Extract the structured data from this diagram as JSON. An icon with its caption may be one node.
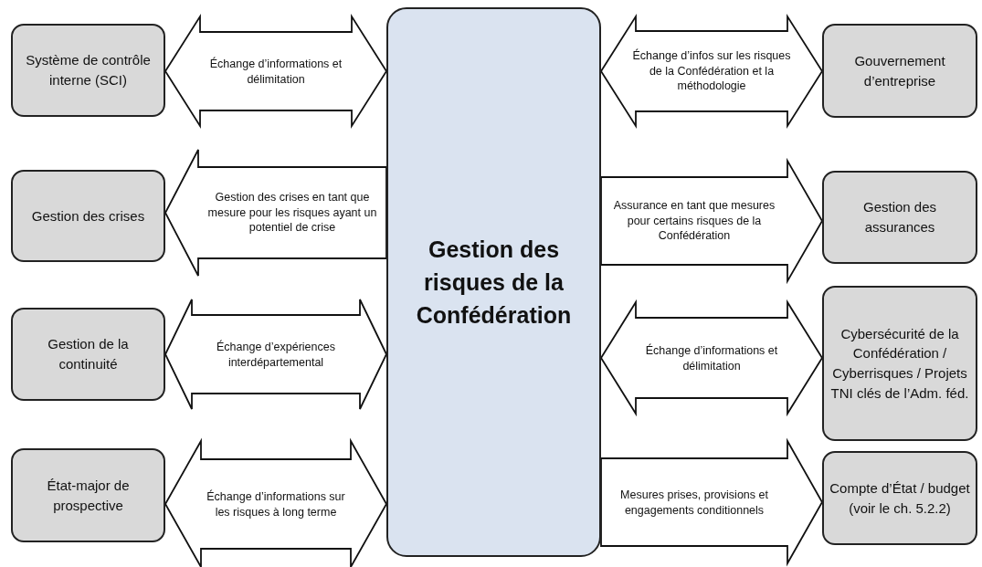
{
  "diagram": {
    "nodes": [
      {
        "text": [
          "Gestion des risques de la Confédération"
        ]
      },
      {
        "text": [
          "Système de contrôle interne (SCI)"
        ]
      },
      {
        "text": [
          "Gestion des crises"
        ]
      },
      {
        "text": [
          "Gestion de la continuité"
        ]
      },
      {
        "text": [
          "État-major de prospective"
        ]
      },
      {
        "text": [
          "Gouvernement d’entreprise"
        ]
      },
      {
        "text": [
          "Gestion des assurances"
        ]
      },
      {
        "text": [
          "Cybersécurité de la Confédération / Cyberrisques / Projets TNI clés de l’Adm. féd."
        ]
      },
      {
        "text": [
          "Compte d’État / budget (voir le ch. 5.2.2)"
        ]
      }
    ],
    "edges": [
      {
        "from": 0,
        "to": 1,
        "arrow": "both",
        "label": "Échange d’informations et délimitation"
      },
      {
        "from": 0,
        "to": 2,
        "arrow": "to",
        "label": "Gestion des crises en tant que mesure pour les risques ayant un potentiel de crise"
      },
      {
        "from": 0,
        "to": 3,
        "arrow": "both",
        "label": "Échange d’expériences interdépartemental"
      },
      {
        "from": 0,
        "to": 4,
        "arrow": "both",
        "label": "Échange d’informations sur les risques à long terme"
      },
      {
        "from": 0,
        "to": 5,
        "arrow": "both",
        "label": "Échange d’infos sur les risques de la Confédération et la méthodologie"
      },
      {
        "from": 0,
        "to": 6,
        "arrow": "to",
        "label": "Assurance en tant que mesures pour certains risques de la Confédération"
      },
      {
        "from": 0,
        "to": 7,
        "arrow": "both",
        "label": "Échange d’informations et délimitation"
      },
      {
        "from": 0,
        "to": 8,
        "arrow": "to",
        "label": "Mesures prises, provisions et engagements conditionnels"
      }
    ]
  }
}
